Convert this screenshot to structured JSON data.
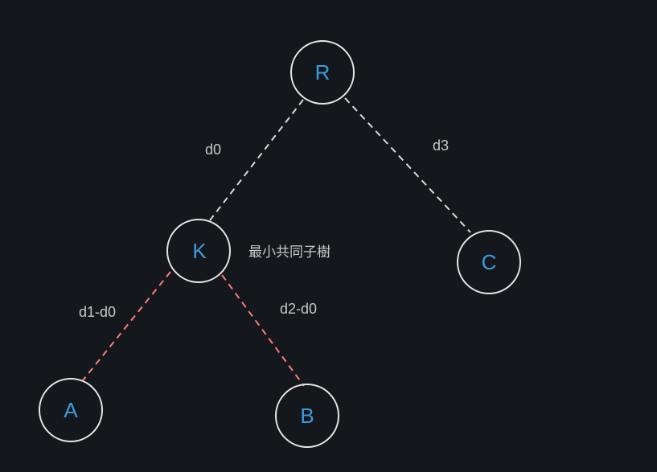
{
  "colors": {
    "background": "#14171c",
    "node_stroke": "#e6e6e6",
    "node_text": "#3d9be0",
    "edge_default": "#d9d9d9",
    "edge_highlight": "#ff7b7b",
    "label_text": "#c8c8c8"
  },
  "nodes": {
    "r": "R",
    "k": "K",
    "c": "C",
    "a": "A",
    "b": "B"
  },
  "edges": {
    "r_k": "d0",
    "r_c": "d3",
    "k_a": "d1-d0",
    "k_b": "d2-d0"
  },
  "annotation": "最小共同子樹"
}
